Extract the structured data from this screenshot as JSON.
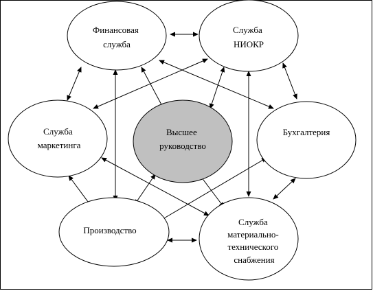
{
  "nodes": {
    "finance": {
      "lines": [
        "Финансовая",
        "служба"
      ]
    },
    "rnd": {
      "lines": [
        "Служба",
        "НИОКР"
      ]
    },
    "marketing": {
      "lines": [
        "Служба",
        "маркетинга"
      ]
    },
    "management": {
      "lines": [
        "Высшее",
        "руководство"
      ]
    },
    "accounting": {
      "lines": [
        "Бухгалтерия"
      ]
    },
    "production": {
      "lines": [
        "Производство"
      ]
    },
    "supply": {
      "lines": [
        "Служба",
        "материально-",
        "технического",
        "снабжения"
      ]
    }
  },
  "colors": {
    "central_fill": "#c0c0c0",
    "node_fill": "#ffffff",
    "stroke": "#000000",
    "background": "#ffffff"
  }
}
